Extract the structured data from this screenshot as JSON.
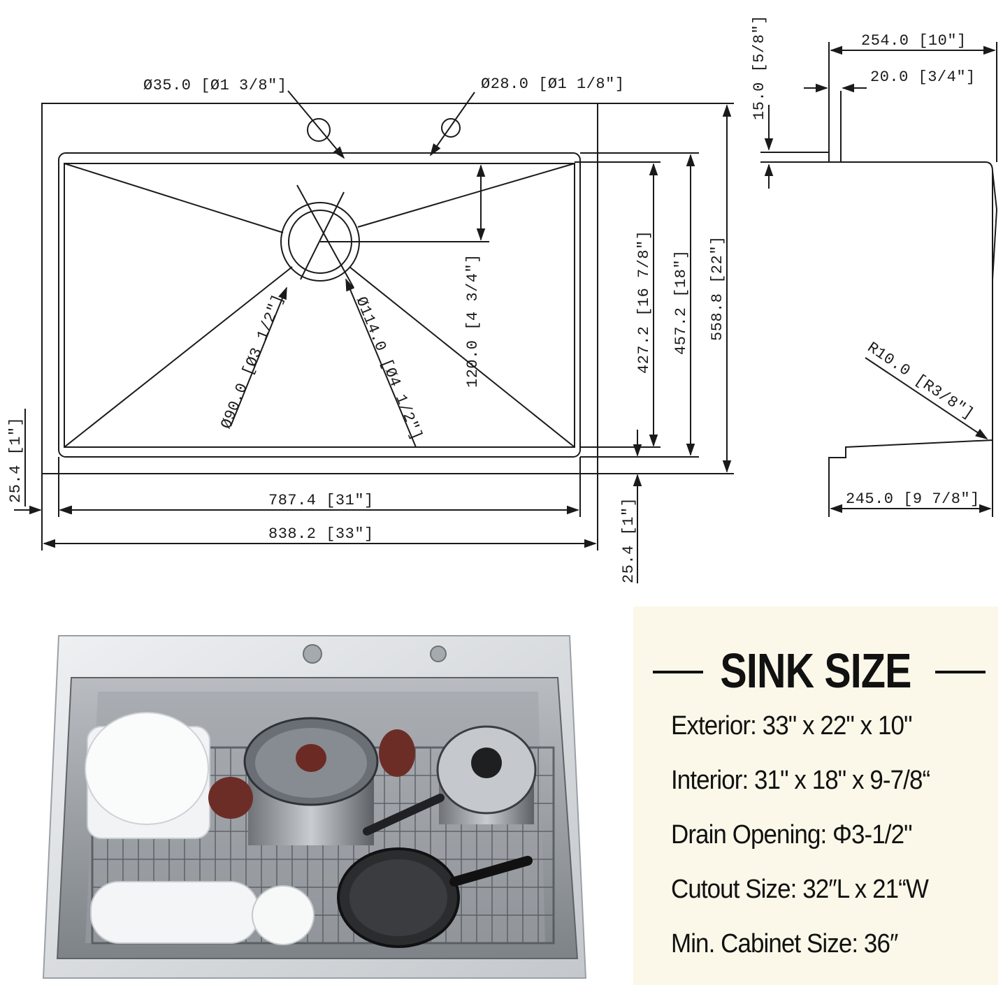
{
  "dimensions": {
    "hole_left": "Ø35.0 [Ø1 3/8″]",
    "hole_right": "Ø28.0 [Ø1 1/8″]",
    "drain_90": "Ø90.0 [Ø3 1/2″]",
    "drain_114": "Ø114.0 [Ø4 1/2″]",
    "offset_120": "120.0 [4 3/4″]",
    "height_427": "427.2 [16 7/8″]",
    "height_457": "457.2 [18″]",
    "height_558": "558.8 [22″]",
    "width_787": "787.4 [31″]",
    "width_838": "838.2 [33″]",
    "flange_left": "25.4 [1″]",
    "flange_bottom": "25.4 [1″]",
    "depth_254": "254.0 [10″]",
    "thickness_20": "20.0 [3/4″]",
    "lip_15": "15.0 [5/8″]",
    "radius_10": "R10.0 [R3/8″]",
    "depth_245": "245.0 [9 7/8″]"
  },
  "specs": {
    "title": "SINK SIZE",
    "exterior": "Exterior: 33\" x 22\" x 10\"",
    "interior": "Interior: 31\" x 18\" x 9-7/8“",
    "drain": "Drain Opening: Φ3-1/2\"",
    "cutout": "Cutout Size: 32″L x 21“W",
    "cabinet": "Min. Cabinet Size: 36″"
  },
  "colors": {
    "line": "#1a1a1a",
    "panel_bg": "#fbf8e9",
    "steel_light": "#e4e6e8",
    "steel_dark": "#8c9095"
  }
}
